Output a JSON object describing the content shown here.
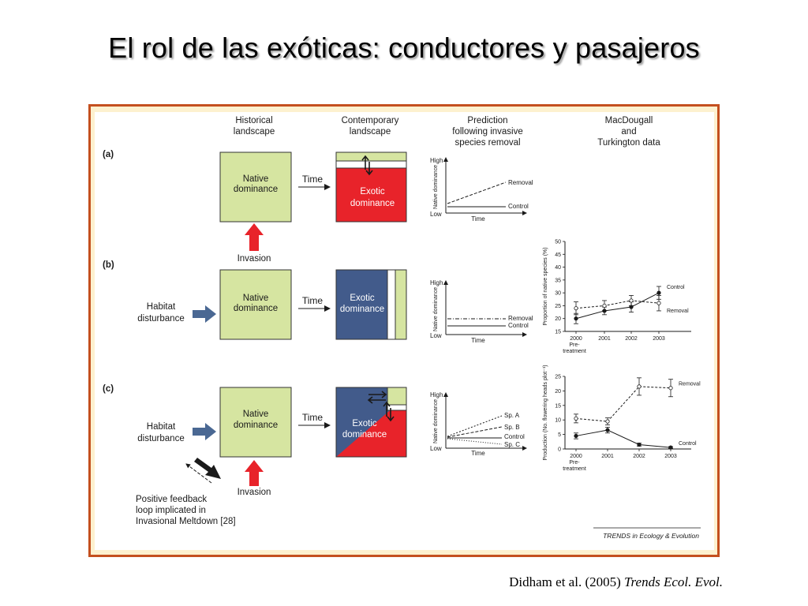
{
  "slide": {
    "title": "El rol de las exóticas: conductores y pasajeros",
    "citation_authors": "Didham et al. (2005)",
    "citation_journal": "Trends Ecol. Evol."
  },
  "colors": {
    "frame_border": "#c4501f",
    "frame_background": "#fdf1cf",
    "native_green": "#d6e5a1",
    "exotic_red": "#e8232a",
    "exotic_blue": "#425b8b",
    "arrow_red": "#e8232a",
    "arrow_blue": "#4a6893",
    "arrow_black": "#1a1a1a"
  },
  "figure": {
    "headers": {
      "historical": [
        "Historical",
        "landscape"
      ],
      "contemporary": [
        "Contemporary",
        "landscape"
      ],
      "prediction": [
        "Prediction",
        "following invasive",
        "species removal"
      ],
      "data": [
        "MacDougall",
        "and",
        "Turkington data"
      ]
    },
    "rows": [
      {
        "label": "(a)",
        "native": [
          "Native",
          "dominance"
        ],
        "exotic": [
          "Exotic",
          "dominance"
        ],
        "time": "Time",
        "invasion": "Invasion",
        "pred_high": "High",
        "pred_low": "Low",
        "pred_x": "Time",
        "pred_y": "Native dominance",
        "pred_lines": [
          "Removal",
          "Control"
        ]
      },
      {
        "label": "(b)",
        "native": [
          "Native",
          "dominance"
        ],
        "exotic": [
          "Exotic",
          "dominance"
        ],
        "time": "Time",
        "disturbance": [
          "Habitat",
          "disturbance"
        ],
        "pred_high": "High",
        "pred_low": "Low",
        "pred_x": "Time",
        "pred_y": "Native dominance",
        "pred_lines": [
          "Removal",
          "Control"
        ]
      },
      {
        "label": "(c)",
        "native": [
          "Native",
          "dominance"
        ],
        "exotic": [
          "Exotic",
          "dominance"
        ],
        "time": "Time",
        "invasion": "Invasion",
        "disturbance": [
          "Habitat",
          "disturbance"
        ],
        "feedback": [
          "Positive feedback",
          "loop implicated in",
          "Invasional Meltdown [28]"
        ],
        "pred_high": "High",
        "pred_low": "Low",
        "pred_x": "Time",
        "pred_y": "Native dominance",
        "pred_lines": [
          "Sp. A",
          "Sp. B",
          "Control",
          "Sp. C"
        ]
      }
    ],
    "source": "TRENDS in Ecology & Evolution"
  },
  "chart_data": [
    {
      "type": "line",
      "ylabel": "Proportion of native species (%)",
      "x": [
        "2000",
        "2001",
        "2002",
        "2003"
      ],
      "x_note": [
        "Pre-",
        "treatment"
      ],
      "ylim": [
        15,
        50
      ],
      "yticks": [
        15,
        20,
        25,
        30,
        35,
        40,
        45,
        50
      ],
      "series": [
        {
          "name": "Control",
          "style": "solid",
          "marker": "filled",
          "values": [
            20,
            23,
            24.5,
            30
          ],
          "err": [
            2,
            1.5,
            2,
            2.5
          ]
        },
        {
          "name": "Removal",
          "style": "dashed",
          "marker": "open",
          "values": [
            24,
            25,
            27,
            26
          ],
          "err": [
            2.5,
            2,
            2,
            3
          ]
        }
      ]
    },
    {
      "type": "line",
      "ylabel": "Production (No. flowering heads plot⁻¹)",
      "x": [
        "2000",
        "2001",
        "2002",
        "2003"
      ],
      "x_note": [
        "Pre-",
        "treatment"
      ],
      "ylim": [
        0,
        25
      ],
      "yticks": [
        0,
        5,
        10,
        15,
        20,
        25
      ],
      "series": [
        {
          "name": "Removal",
          "style": "dashed",
          "marker": "open",
          "values": [
            10.5,
            9.5,
            21.5,
            21
          ],
          "err": [
            1.5,
            1.2,
            3,
            3
          ]
        },
        {
          "name": "Control",
          "style": "solid",
          "marker": "filled",
          "values": [
            4.5,
            6.5,
            1.5,
            0.5
          ],
          "err": [
            1,
            1,
            0.5,
            0.3
          ]
        }
      ]
    }
  ]
}
